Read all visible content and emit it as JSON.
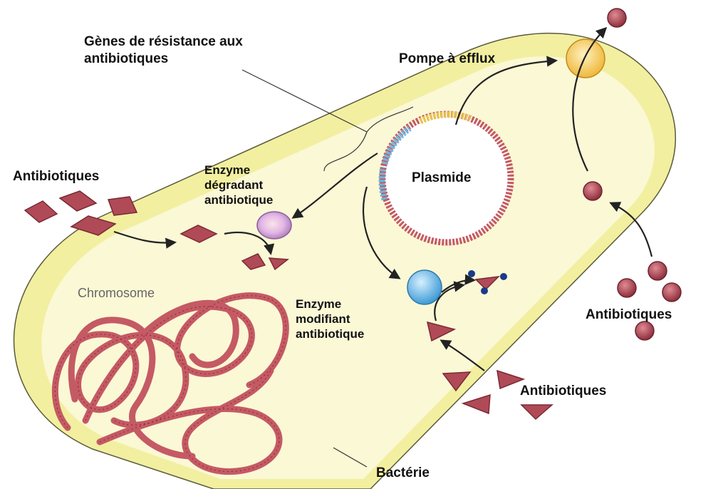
{
  "labels": {
    "genes_line1": "Gènes de résistance aux",
    "genes_line2": "antibiotiques",
    "pump": "Pompe à efflux",
    "plasmid": "Plasmide",
    "antibiotics_left": "Antibiotiques",
    "antibiotics_right": "Antibiotiques",
    "antibiotics_bottom": "Antibiotiques",
    "enzyme_degrading_line1": "Enzyme",
    "enzyme_degrading_line2": "dégradant",
    "enzyme_degrading_line3": "antibiotique",
    "enzyme_modifying_line1": "Enzyme",
    "enzyme_modifying_line2": "modifiant",
    "enzyme_modifying_line3": "antibiotique",
    "chromosome": "Chromosome",
    "bacterium": "Bactérie"
  },
  "colors": {
    "cell_wall": "#f2efa0",
    "cytoplasm": "#fbf8d6",
    "outline": "#5a5a3a",
    "antibiotic": "#b04a56",
    "chromosome": "#c45a64",
    "plasmid_pink": "#d06a74",
    "plasmid_yellow": "#e8c84a",
    "plasmid_blue": "#6bb8e0",
    "pump": "#f3c24e",
    "enzyme_degrading": "#d7a8e0",
    "enzyme_modifying": "#6ab7e6",
    "arrow": "#222222"
  }
}
